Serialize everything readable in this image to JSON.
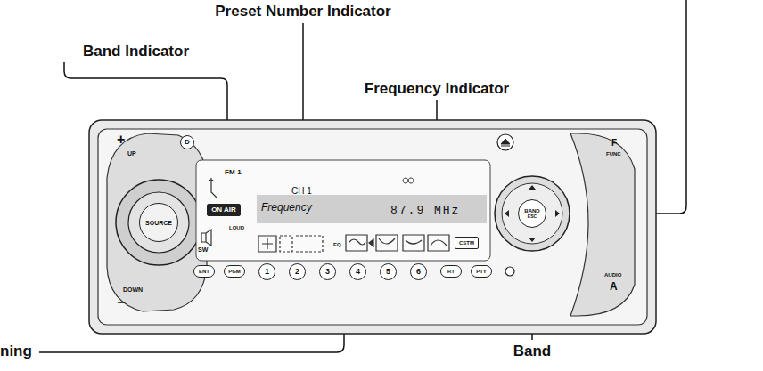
{
  "diagram": {
    "nodes": [
      {
        "text": [
          "D"
        ]
      },
      {
        "text": [
          "SOURCE"
        ]
      },
      {
        "text": [
          "ON AIR"
        ]
      },
      {
        "text": [
          "CSTM"
        ]
      },
      {
        "text": [
          "BAND",
          "ESC"
        ]
      },
      {
        "text": [
          "ENT"
        ]
      },
      {
        "text": [
          "PGM"
        ]
      },
      {
        "text": [
          "1"
        ]
      },
      {
        "text": [
          "2"
        ]
      },
      {
        "text": [
          "3"
        ]
      },
      {
        "text": [
          "4"
        ]
      },
      {
        "text": [
          "5"
        ]
      },
      {
        "text": [
          "6"
        ]
      },
      {
        "text": [
          "RT"
        ]
      },
      {
        "text": [
          "PTY"
        ]
      }
    ],
    "labels": [
      "Preset Number Indicator",
      "Band Indicator",
      "Frequency Indicator",
      "ning",
      "Band",
      "+",
      "UP",
      "DOWN",
      "−",
      "FM-1",
      "CH 1",
      "Frequency",
      "87.9 MHz",
      "SW",
      "LOUD",
      "EQ",
      "F",
      "FUNC",
      "AUDIO",
      "A"
    ]
  }
}
